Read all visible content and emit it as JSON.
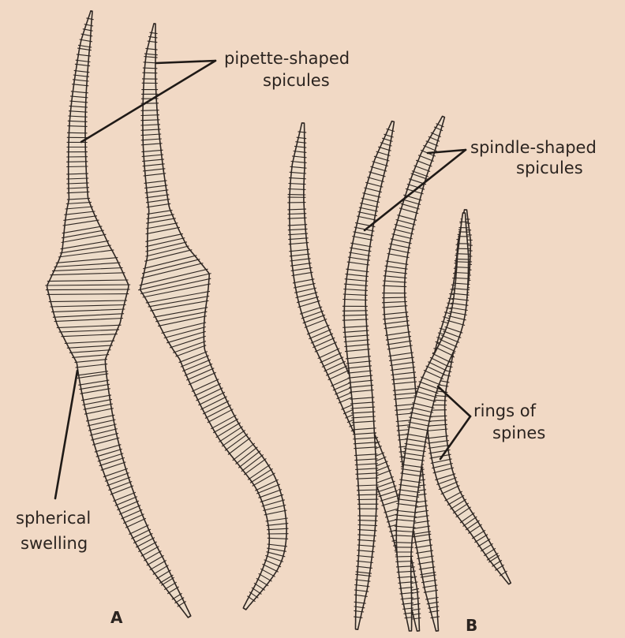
{
  "labels": {
    "pipette_line1": "pipette-shaped",
    "pipette_line2": "spicules",
    "spindle_line1": "spindle-shaped",
    "spindle_line2": "spicules",
    "rings_line1": "rings of",
    "rings_line2": "spines",
    "swelling_line1": "spherical",
    "swelling_line2": "swelling",
    "panel_a": "A",
    "panel_b": "B"
  },
  "colors": {
    "background": "#f1d9c5",
    "ink": "#2e2622",
    "spicule_fill": "#eddcc9"
  }
}
